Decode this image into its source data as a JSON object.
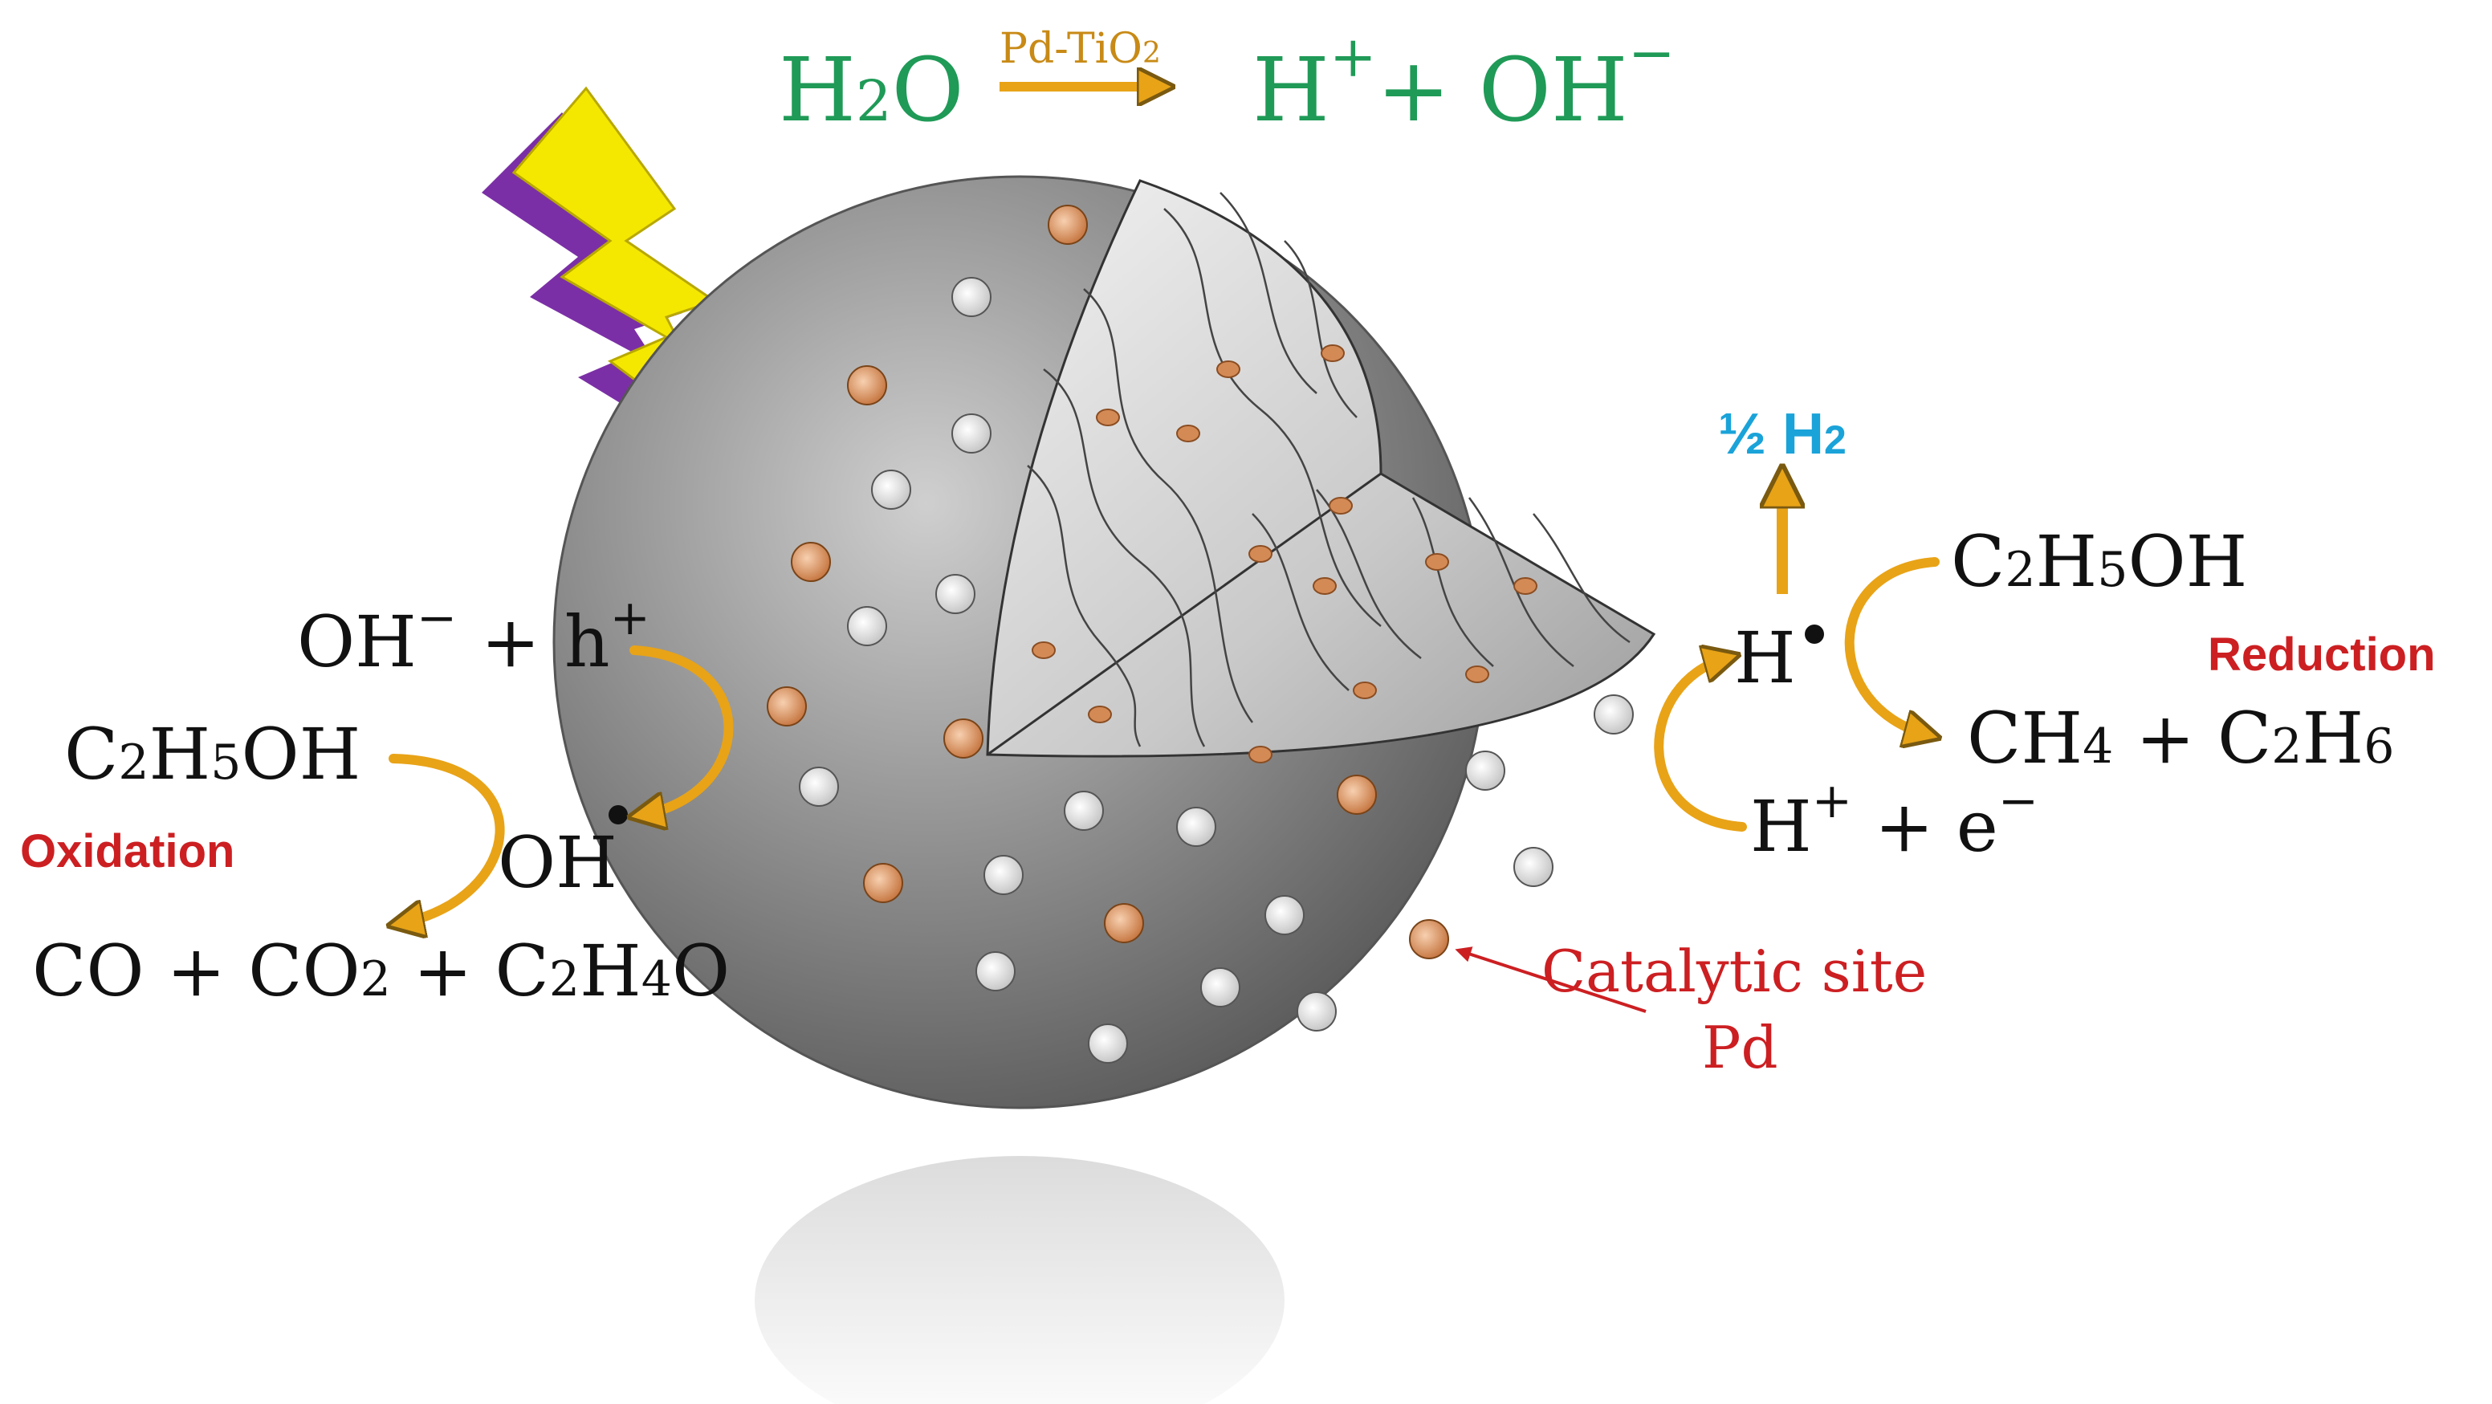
{
  "colors": {
    "green": "#1f9a57",
    "black": "#111111",
    "red": "#cc1f22",
    "blue": "#1aa3d9",
    "arrow_gold": "#e8a317",
    "arrow_outline": "#7a5a10",
    "sphere_gray": "#8d8d8d",
    "pd_copper": "#d48a55",
    "bolt_yellow": "#f5e800",
    "bolt_purple": "#7b2fa6"
  },
  "top_reaction": {
    "reactant_main": "H",
    "reactant_sub": "2",
    "reactant_tail": "O",
    "catalyst_main": "Pd-TiO",
    "catalyst_sub": "2",
    "product_h": "H",
    "product_plus_sup": "+",
    "product_plus": "+ OH",
    "product_minus_sup": "−"
  },
  "left": {
    "oh_minus": "OH",
    "oh_minus_sup": "−",
    "plus": "+",
    "h_plus": "h",
    "h_plus_sup": "+",
    "ethanol_c": "C",
    "ethanol_c_sub": "2",
    "ethanol_h": "H",
    "ethanol_h_sub": "5",
    "ethanol_oh": "OH",
    "oxidation_label": "Oxidation",
    "oh_radical": "OH",
    "products_co": "CO + CO",
    "products_co2_sub": "2",
    "products_plus_c": " + C",
    "products_c2_sub": "2",
    "products_h": "H",
    "products_h4_sub": "4",
    "products_o": "O"
  },
  "right": {
    "half_h2": "½ H",
    "half_h2_sub": "2",
    "h_radical": "H",
    "ethanol_c": "C",
    "ethanol_c_sub": "2",
    "ethanol_h": "H",
    "ethanol_h_sub": "5",
    "ethanol_oh": "OH",
    "reduction_label": "Reduction",
    "ch": "CH",
    "ch4_sub": "4",
    "plus_c": " + C",
    "c2_sub": "2",
    "h": "H",
    "h6_sub": "6",
    "h_plus": "H",
    "h_plus_sup": "+",
    "plus_e": " + e",
    "e_sup": "−"
  },
  "catalytic_site": {
    "line1": "Catalytic site",
    "line2": "Pd"
  },
  "icons": [
    "lightning-bolt-icon",
    "sphere-catalyst",
    "reaction-arrow"
  ]
}
